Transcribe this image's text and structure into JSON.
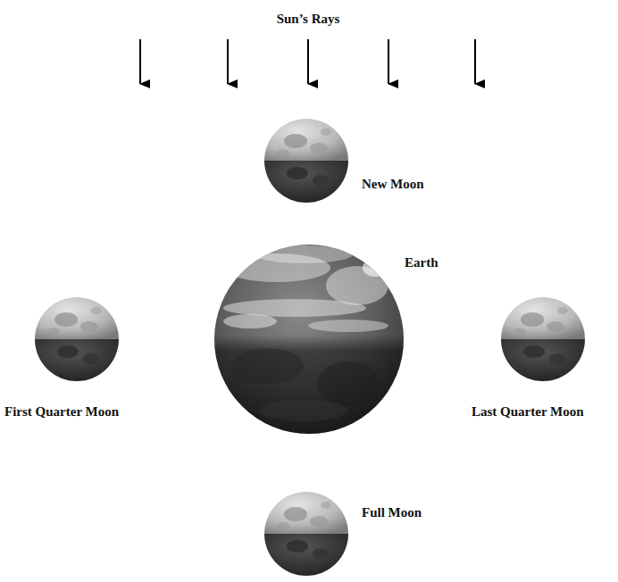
{
  "diagram": {
    "labels": [
      "Sun’s Rays",
      "New Moon",
      "Earth",
      "First Quarter Moon",
      "Last Quarter Moon",
      "Full Moon"
    ]
  }
}
